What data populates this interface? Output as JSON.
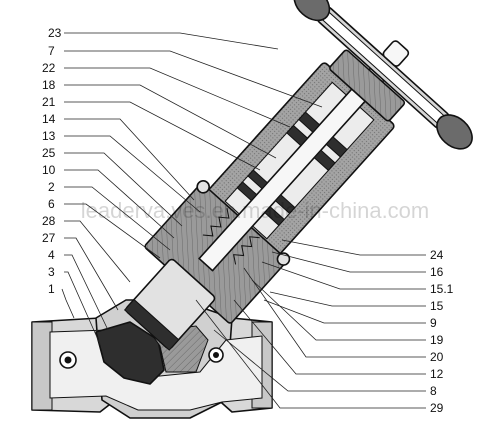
{
  "diagram": {
    "watermark": "leaderva.ves.en.made-in-china.com",
    "labels_left": [
      "23",
      "7",
      "22",
      "18",
      "21",
      "14",
      "13",
      "25",
      "10",
      "2",
      "6",
      "28",
      "27",
      "4",
      "3",
      "1"
    ],
    "labels_right": [
      "24",
      "16",
      "15.1",
      "15",
      "9",
      "19",
      "20",
      "12",
      "8",
      "29"
    ],
    "colors": {
      "outline": "#111111",
      "section_fill": "#9a9a9a",
      "dark_fill": "#2e2e2e",
      "light_fill": "#e2e2e2",
      "leader_line": "#222222"
    }
  }
}
